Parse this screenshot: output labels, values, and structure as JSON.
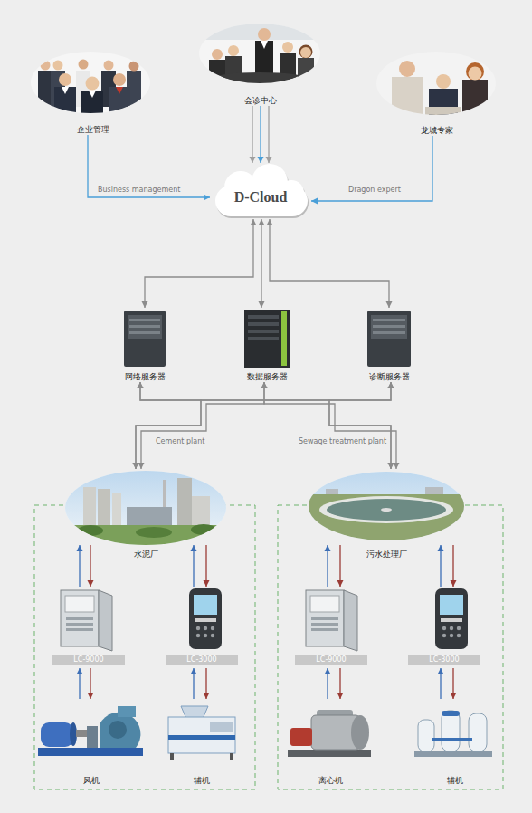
{
  "diagram": {
    "nodes": [
      {
        "text": [
          "企业管理"
        ]
      },
      {
        "text": [
          "会诊中心"
        ]
      },
      {
        "text": [
          "龙城专家"
        ]
      },
      {
        "text": [
          "D-Cloud"
        ]
      },
      {
        "text": [
          "网络服务器"
        ]
      },
      {
        "text": [
          "数据服务器"
        ]
      },
      {
        "text": [
          "诊断服务器"
        ]
      },
      {
        "text": [
          "水泥厂"
        ]
      },
      {
        "text": [
          "LC-9000"
        ]
      },
      {
        "text": [
          "LC-3000"
        ]
      },
      {
        "text": [
          "风机"
        ]
      },
      {
        "text": [
          "辅机"
        ]
      },
      {
        "text": [
          "污水处理厂"
        ]
      },
      {
        "text": [
          "LC-9000"
        ]
      },
      {
        "text": [
          "LC-3000"
        ]
      },
      {
        "text": [
          "离心机"
        ]
      },
      {
        "text": [
          "辅机"
        ]
      }
    ],
    "edges": [
      {
        "from": 0,
        "to": 3,
        "arrow": "to",
        "label": "Business management"
      },
      {
        "from": 1,
        "to": 3,
        "arrow": "to"
      },
      {
        "from": 1,
        "to": 3,
        "arrow": "to"
      },
      {
        "from": 1,
        "to": 3,
        "arrow": "to"
      },
      {
        "from": 2,
        "to": 3,
        "arrow": "to",
        "label": "Dragon expert"
      },
      {
        "from": 3,
        "to": 4,
        "arrow": "both"
      },
      {
        "from": 3,
        "to": 5,
        "arrow": "both"
      },
      {
        "from": 3,
        "to": 6,
        "arrow": "both"
      },
      {
        "from": 4,
        "to": 7,
        "arrow": "both",
        "label": "Cement plant"
      },
      {
        "from": 5,
        "to": 7,
        "arrow": "both"
      },
      {
        "from": 6,
        "to": 7,
        "arrow": "both"
      },
      {
        "from": 4,
        "to": 12,
        "arrow": "both",
        "label": "Sewage treatment plant"
      },
      {
        "from": 5,
        "to": 12,
        "arrow": "both"
      },
      {
        "from": 6,
        "to": 12,
        "arrow": "both"
      },
      {
        "from": 8,
        "to": 7,
        "arrow": "to"
      },
      {
        "from": 7,
        "to": 8,
        "arrow": "to"
      },
      {
        "from": 9,
        "to": 7,
        "arrow": "to"
      },
      {
        "from": 7,
        "to": 9,
        "arrow": "to"
      },
      {
        "from": 10,
        "to": 8,
        "arrow": "to"
      },
      {
        "from": 8,
        "to": 10,
        "arrow": "to"
      },
      {
        "from": 11,
        "to": 9,
        "arrow": "to"
      },
      {
        "from": 9,
        "to": 11,
        "arrow": "to"
      },
      {
        "from": 13,
        "to": 12,
        "arrow": "to"
      },
      {
        "from": 12,
        "to": 13,
        "arrow": "to"
      },
      {
        "from": 14,
        "to": 12,
        "arrow": "to"
      },
      {
        "from": 12,
        "to": 14,
        "arrow": "to"
      },
      {
        "from": 15,
        "to": 13,
        "arrow": "to"
      },
      {
        "from": 13,
        "to": 15,
        "arrow": "to"
      },
      {
        "from": 16,
        "to": 14,
        "arrow": "to"
      },
      {
        "from": 14,
        "to": 16,
        "arrow": "to"
      }
    ]
  }
}
